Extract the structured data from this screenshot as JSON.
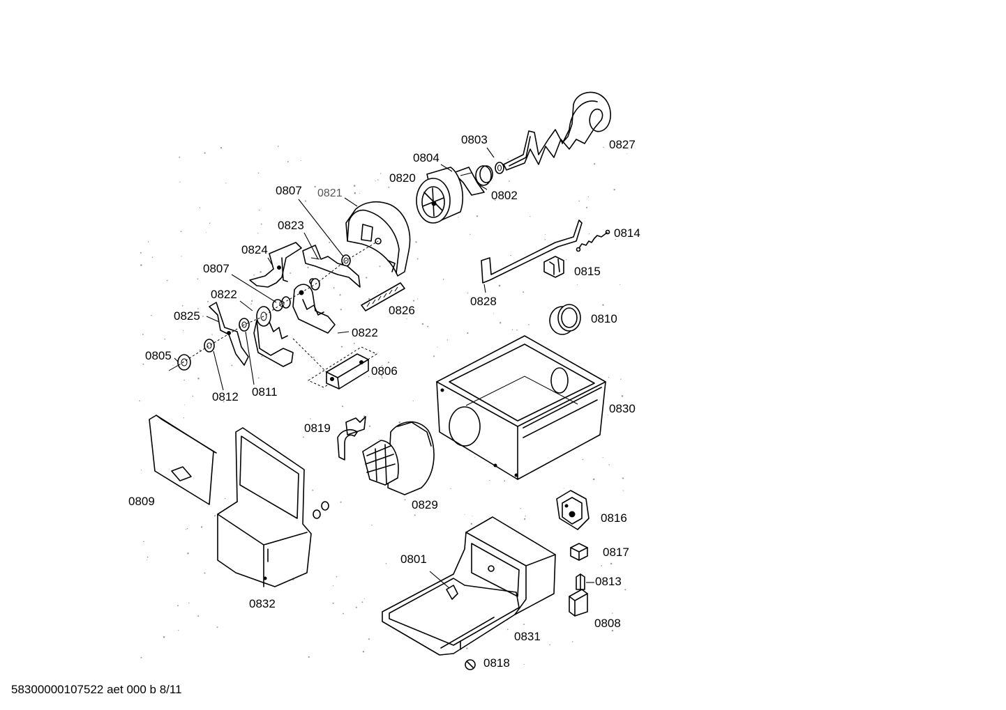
{
  "document_id": "58300000107522 aet 000 b 8/11",
  "callouts": {
    "c0801": "0801",
    "c0802": "0802",
    "c0803": "0803",
    "c0804": "0804",
    "c0805": "0805",
    "c0806": "0806",
    "c0807a": "0807",
    "c0807b": "0807",
    "c0808": "0808",
    "c0809": "0809",
    "c0810": "0810",
    "c0811": "0811",
    "c0812": "0812",
    "c0813": "0813",
    "c0814": "0814",
    "c0815": "0815",
    "c0816": "0816",
    "c0817": "0817",
    "c0818": "0818",
    "c0819": "0819",
    "c0820": "0820",
    "c0821": "0821",
    "c0822a": "0822",
    "c0822b": "0822",
    "c0823": "0823",
    "c0824": "0824",
    "c0825": "0825",
    "c0826": "0826",
    "c0827": "0827",
    "c0828": "0828",
    "c0829": "0829",
    "c0830": "0830",
    "c0831": "0831",
    "c0832": "0832"
  }
}
